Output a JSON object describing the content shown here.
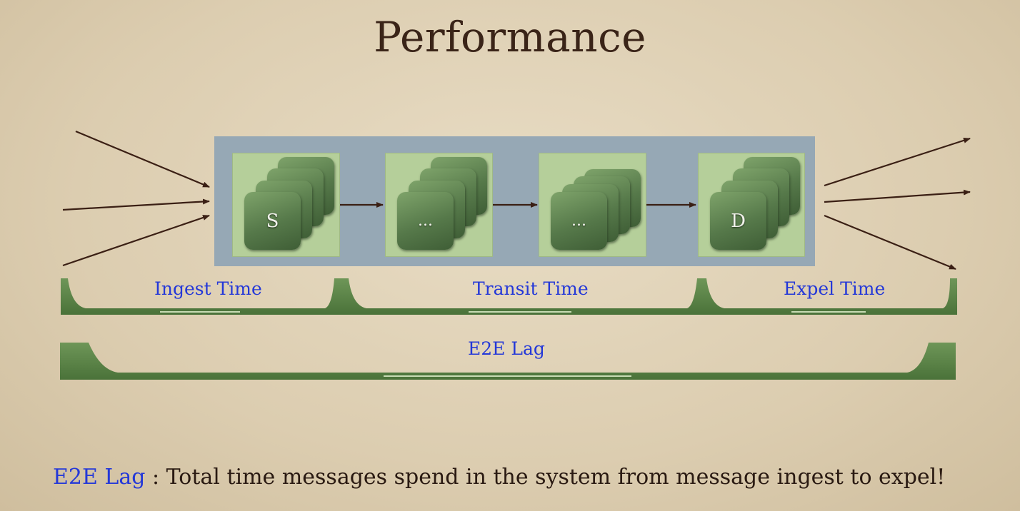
{
  "title": "Performance",
  "stages": [
    {
      "label": "S"
    },
    {
      "label": "..."
    },
    {
      "label": "..."
    },
    {
      "label": "D"
    }
  ],
  "brackets": {
    "ingest": "Ingest Time",
    "transit": "Transit Time",
    "expel": "Expel Time",
    "e2e": "E2E Lag"
  },
  "note": {
    "term": "E2E Lag",
    "separator": " : ",
    "text": "Total time messages spend in the system from message ingest to expel!"
  },
  "colors": {
    "text_blue": "#2438d8",
    "bracket_green": "#5b8448",
    "pipeline_bg": "#96a8b5",
    "stage_bg": "#b5cf9a",
    "arrow": "#3a1f14"
  }
}
